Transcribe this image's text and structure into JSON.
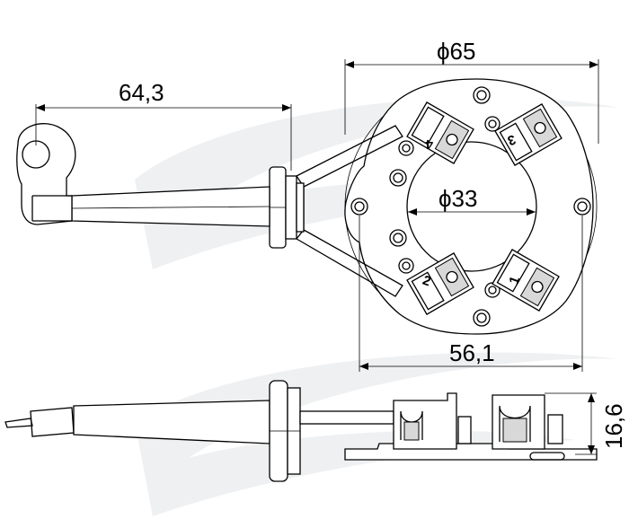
{
  "dimensions": {
    "outer_diameter": "ϕ65",
    "inner_diameter": "ϕ33",
    "wire_length": "64,3",
    "hole_spacing": "56,1",
    "height": "16,6"
  },
  "brush_labels": [
    "4",
    "3",
    "2",
    "1"
  ],
  "colors": {
    "line": "#000000",
    "watermark": "#eef0f2",
    "shade": "#d8d8d8"
  }
}
